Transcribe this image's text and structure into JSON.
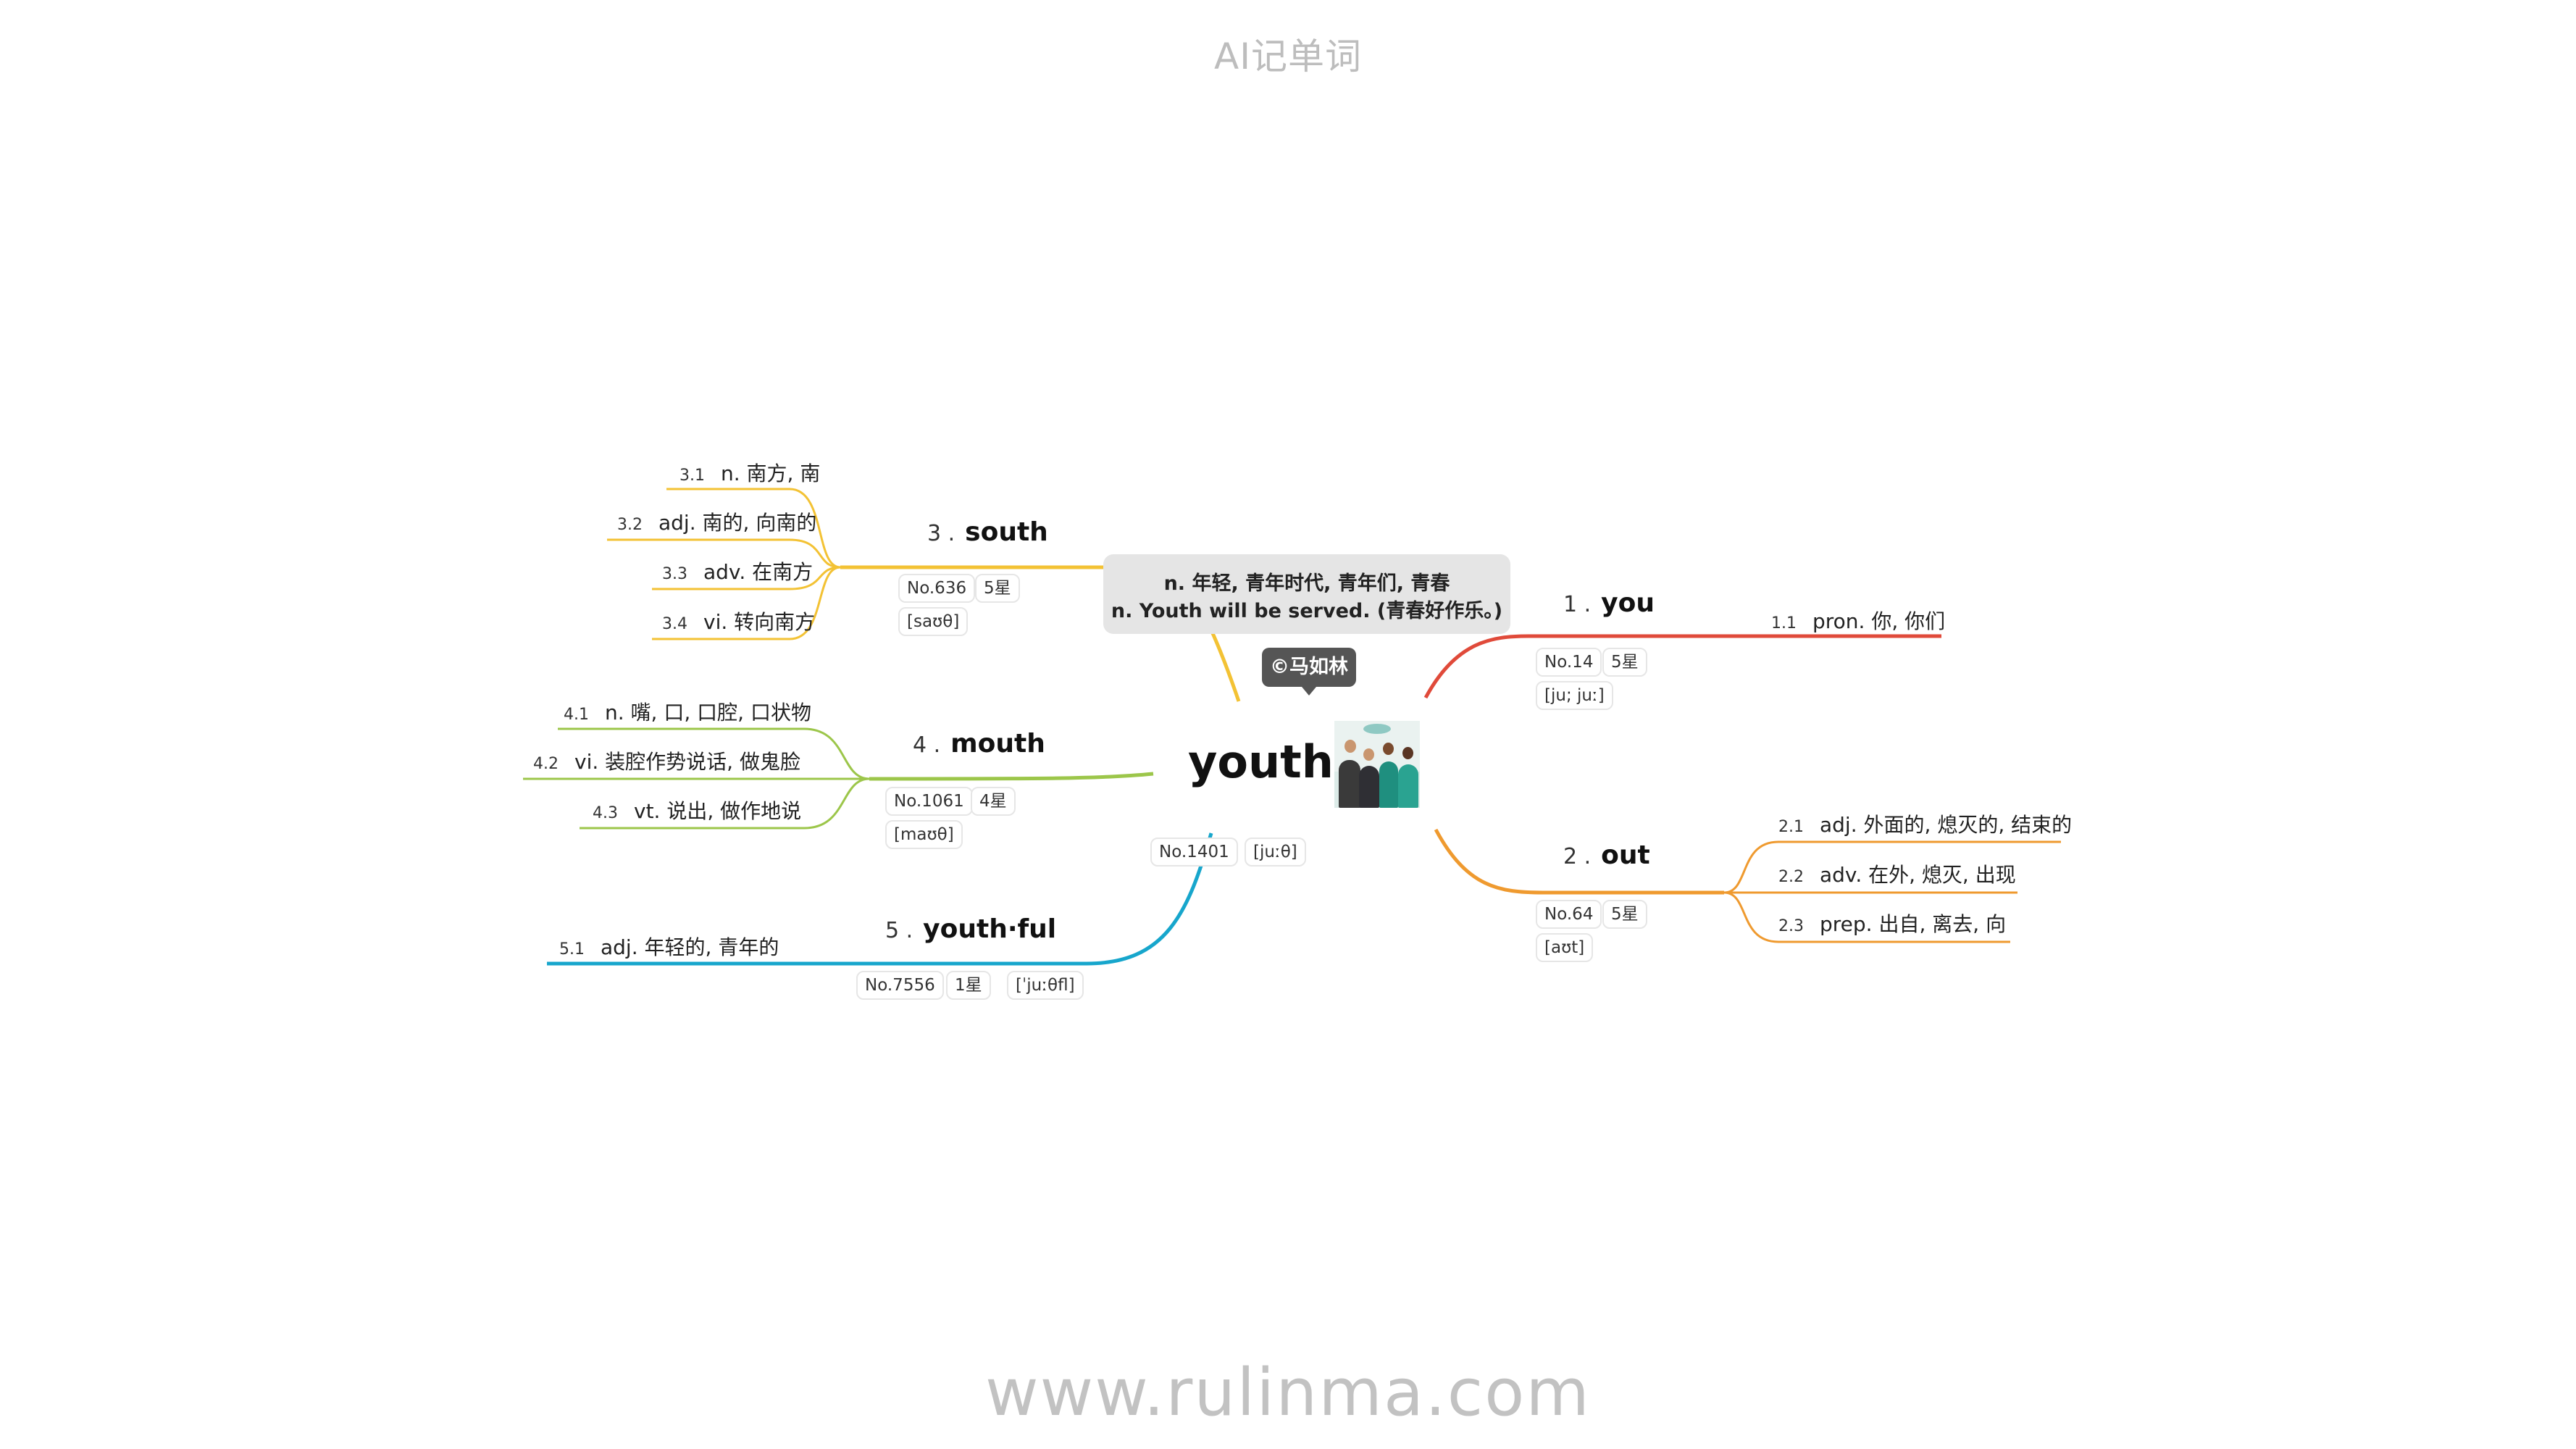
{
  "header": {
    "title": "AI记单词"
  },
  "footer": {
    "site": "www.rulinma.com"
  },
  "central": {
    "word": "youth",
    "meaning": "n. 年轻, 青年时代, 青年们, 青春",
    "example": "n. Youth will be served. (青春好作乐。)",
    "copyright": "©马如林",
    "rank": "No.1401",
    "phonetic": "[juːθ]"
  },
  "colors": {
    "you": "#e04a3a",
    "out": "#ef9a2f",
    "south": "#f3c234",
    "mouth": "#9cc64a",
    "youthful": "#17a6cc"
  },
  "branches": [
    {
      "key": "you",
      "num": "1 .",
      "word": "you",
      "rank": "No.14",
      "stars": "5星",
      "phonetic": "[ju; juː]",
      "senses": [
        {
          "num": "1.1",
          "text": "pron. 你, 你们"
        }
      ]
    },
    {
      "key": "out",
      "num": "2 .",
      "word": "out",
      "rank": "No.64",
      "stars": "5星",
      "phonetic": "[aʊt]",
      "senses": [
        {
          "num": "2.1",
          "text": "adj. 外面的, 熄灭的, 结束的"
        },
        {
          "num": "2.2",
          "text": "adv. 在外, 熄灭, 出现"
        },
        {
          "num": "2.3",
          "text": "prep. 出自, 离去, 向"
        }
      ]
    },
    {
      "key": "south",
      "num": "3 .",
      "word": "south",
      "rank": "No.636",
      "stars": "5星",
      "phonetic": "[saʊθ]",
      "senses": [
        {
          "num": "3.1",
          "text": "n. 南方, 南"
        },
        {
          "num": "3.2",
          "text": "adj. 南的, 向南的"
        },
        {
          "num": "3.3",
          "text": "adv. 在南方"
        },
        {
          "num": "3.4",
          "text": "vi. 转向南方"
        }
      ]
    },
    {
      "key": "mouth",
      "num": "4 .",
      "word": "mouth",
      "rank": "No.1061",
      "stars": "4星",
      "phonetic": "[maʊθ]",
      "senses": [
        {
          "num": "4.1",
          "text": "n. 嘴, 口, 口腔, 口状物"
        },
        {
          "num": "4.2",
          "text": "vi. 装腔作势说话, 做鬼脸"
        },
        {
          "num": "4.3",
          "text": "vt. 说出, 做作地说"
        }
      ]
    },
    {
      "key": "youthful",
      "num": "5 .",
      "word": "youth·ful",
      "rank": "No.7556",
      "stars": "1星",
      "phonetic": "[ˈjuːθfl]",
      "senses": [
        {
          "num": "5.1",
          "text": "adj. 年轻的, 青年的"
        }
      ]
    }
  ]
}
